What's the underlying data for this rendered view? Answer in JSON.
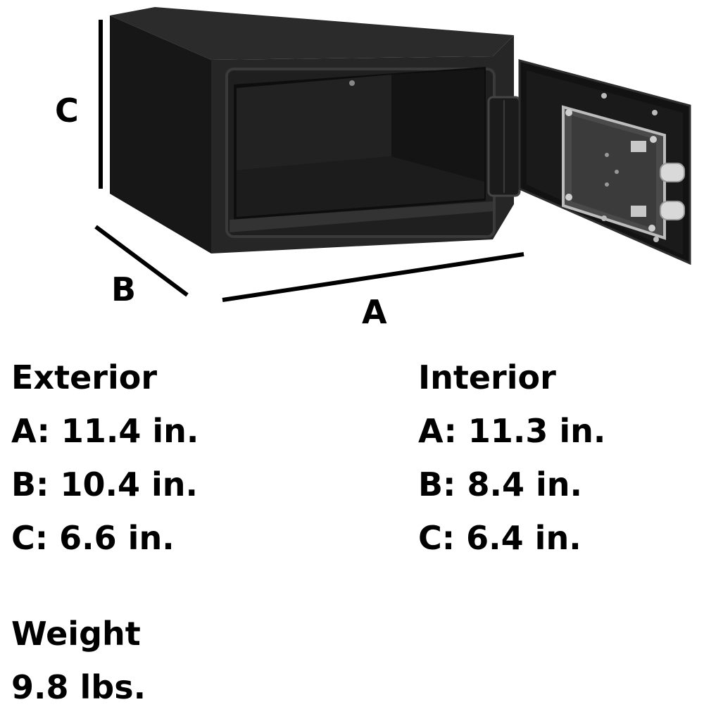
{
  "dimension_labels": {
    "a": "A",
    "b": "B",
    "c": "C"
  },
  "exterior": {
    "heading": "Exterior",
    "lines": [
      "A: 11.4 in.",
      "B: 10.4 in.",
      "C: 6.6 in."
    ]
  },
  "interior": {
    "heading": "Interior",
    "lines": [
      "A: 11.3 in.",
      "B: 8.4 in.",
      "C: 6.4 in."
    ]
  },
  "weight": {
    "heading": "Weight",
    "value": "9.8 lbs."
  },
  "colors": {
    "text": "#000000",
    "safe_body": "#1a1a1a",
    "background": "#ffffff"
  }
}
